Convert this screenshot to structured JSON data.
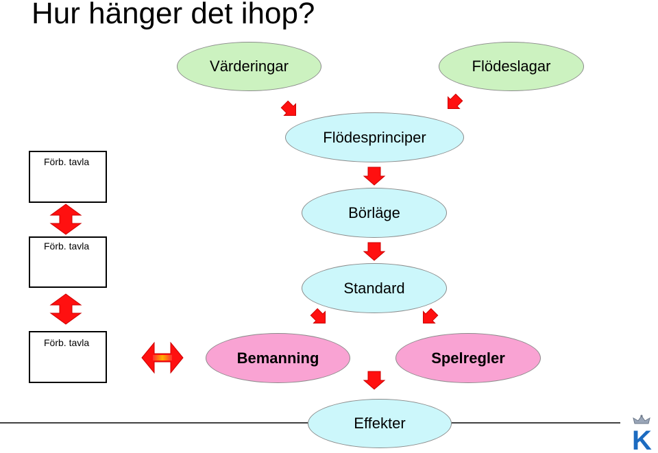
{
  "title": "Hur hänger det ihop?",
  "nodes": {
    "varderingar": "Värderingar",
    "flodeslagar": "Flödeslagar",
    "flodesprinciper": "Flödesprinciper",
    "borlage": "Börläge",
    "standard": "Standard",
    "bemanning": "Bemanning",
    "spelregler": "Spelregler",
    "effekter": "Effekter"
  },
  "boxes": [
    "Förb. tavla",
    "Förb. tavla",
    "Förb. tavla"
  ],
  "colors": {
    "values_fill": "#ccf2c0",
    "principles_fill": "#ccf7fb",
    "actions_fill": "#f9a3d3",
    "arrow_red": "#ff1010"
  },
  "logo": {
    "letter": "K",
    "icon": "crown-icon"
  }
}
